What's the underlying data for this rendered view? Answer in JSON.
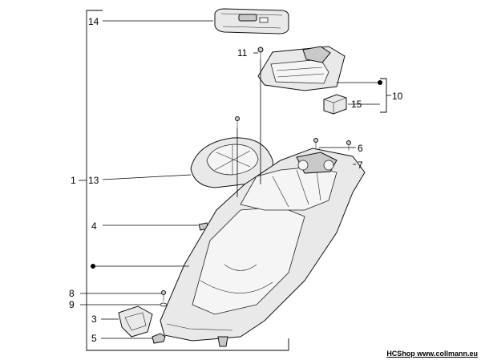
{
  "callouts": {
    "c1": "1",
    "c3": "3",
    "c4": "4",
    "c5": "5",
    "c6": "6",
    "c7": "7",
    "c8": "8",
    "c9": "9",
    "c10": "10",
    "c11": "11",
    "c13": "13",
    "c14": "14",
    "c15": "15"
  },
  "watermark": "HCShop www.collmann.eu"
}
